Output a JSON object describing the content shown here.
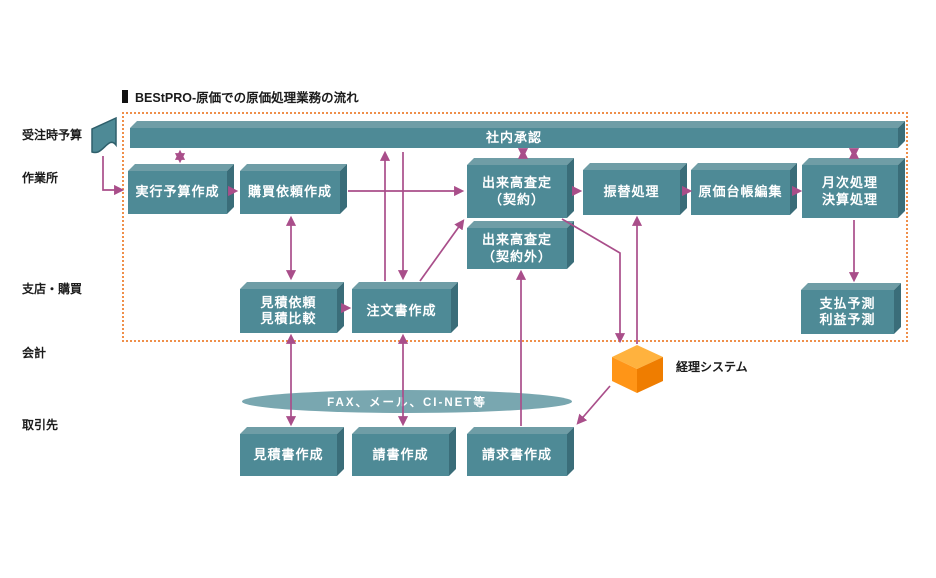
{
  "title": "BEStPRO-原価での原価処理業務の流れ",
  "lanes": [
    "受注時予算",
    "作業所",
    "支店・購買",
    "会計",
    "取引先"
  ],
  "nodes": {
    "approval": "社内承認",
    "execution_budget": "実行予算作成",
    "purchase_request": "購買依頼作成",
    "progress_contract": "出来高査定\n（契約）",
    "transfer_processing": "振替処理",
    "cost_ledger_edit": "原価台帳編集",
    "monthly_closing": "月次処理\n決算処理",
    "progress_noncontract": "出来高査定\n（契約外）",
    "quote_request_compare": "見積依頼\n見積比較",
    "order_creation": "注文書作成",
    "payment_profit_forecast": "支払予測\n利益予測",
    "quotation_creation": "見積書作成",
    "acceptance_creation": "請書作成",
    "invoice_creation": "請求書作成"
  },
  "channel_label": "FAX、メール、CI-NET等",
  "system_label": "経理システム",
  "colors": {
    "node_face": "#4e8a96",
    "node_top": "#6f9da6",
    "node_side": "#3a6d79",
    "arrow": "#a94e8a",
    "frame_border": "#ef8f4a",
    "ellipse": "#79a7b0",
    "cube_front": "#ff9517",
    "cube_top": "#ffb23e",
    "cube_side": "#ef7d00"
  }
}
